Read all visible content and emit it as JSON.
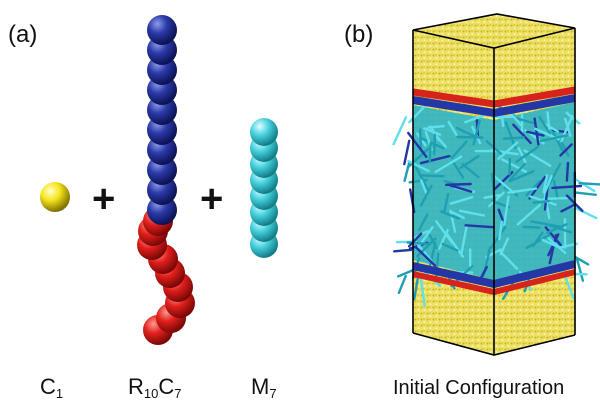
{
  "panels": {
    "a": {
      "label": "(a)"
    },
    "b": {
      "label": "(b)",
      "caption": "Initial Configuration"
    }
  },
  "species": [
    {
      "main": "C",
      "sub": "1"
    },
    {
      "main": "R",
      "sub": "10",
      "main2": "C",
      "sub2": "7"
    },
    {
      "main": "M",
      "sub": "7"
    }
  ],
  "operators": [
    "+",
    "+"
  ],
  "colors": {
    "solvent_bead": "#f2e21a",
    "blue_bead": "#2b3aa8",
    "red_bead": "#e2201c",
    "cyan_bead": "#49d3e0",
    "box_edge": "#000000"
  },
  "icons": {
    "c1": "single-yellow-bead",
    "r10c7": "red-blue-bead-chain",
    "m7": "cyan-bead-chain",
    "box": "simulation-box-3d"
  }
}
